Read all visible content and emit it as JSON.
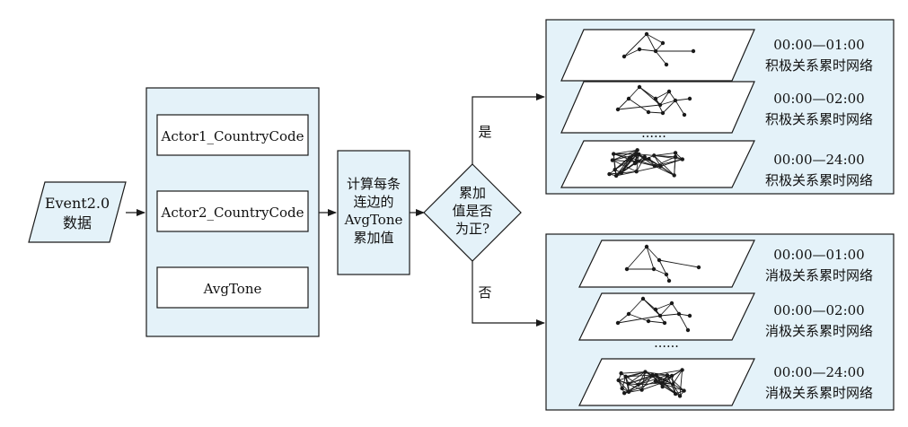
{
  "input": {
    "line1": "Event2.0",
    "line2": "数据"
  },
  "fields": [
    "Actor1_CountryCode",
    "Actor2_CountryCode",
    "AvgTone"
  ],
  "process": {
    "lines": [
      "计算每条",
      "连边的",
      "AvgTone",
      "累加值"
    ]
  },
  "decision": {
    "lines": [
      "累加",
      "值是否",
      "为正?"
    ]
  },
  "branch_yes": "是",
  "branch_no": "否",
  "positive": {
    "items": [
      {
        "time": "00:00—01:00",
        "label": "积极关系累时网络"
      },
      {
        "time": "00:00—02:00",
        "label": "积极关系累时网络"
      },
      {
        "time": "00:00—24:00",
        "label": "积极关系累时网络"
      }
    ],
    "ellipsis": "......"
  },
  "negative": {
    "items": [
      {
        "time": "00:00—01:00",
        "label": "消极关系累时网络"
      },
      {
        "time": "00:00—02:00",
        "label": "消极关系累时网络"
      },
      {
        "time": "00:00—24:00",
        "label": "消极关系累时网络"
      }
    ],
    "ellipsis": "......"
  },
  "colors": {
    "fill": "#e4f2f9",
    "stroke": "#1a1a1a"
  }
}
